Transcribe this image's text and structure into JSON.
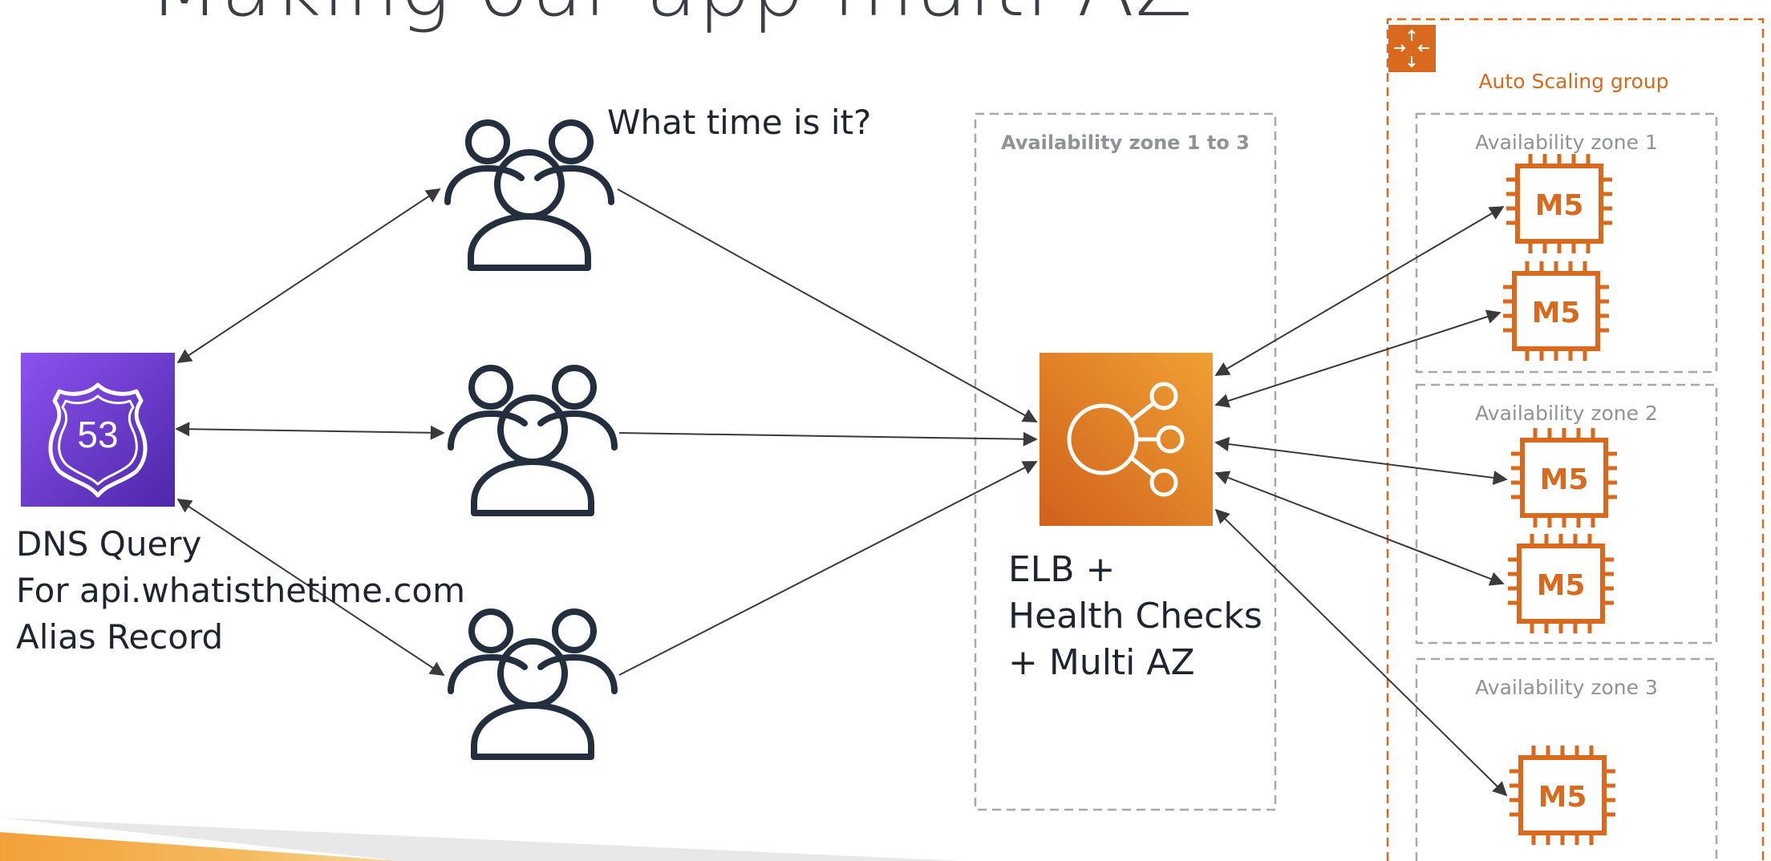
{
  "title": "Making our app multi AZ",
  "question": "What time is it?",
  "dns_lines": [
    "DNS Query",
    "For api.whatisthetime.com",
    "Alias Record"
  ],
  "route53_label": "53",
  "elb_lines": [
    "ELB +",
    "Health Checks",
    "+ Multi AZ"
  ],
  "az_outer_label": "Availability zone 1 to 3",
  "asg_label": "Auto Scaling group",
  "az_labels": [
    "Availability zone 1",
    "Availability zone 2",
    "Availability zone 3"
  ],
  "instance_label": "M5",
  "colors": {
    "route53": "#6a3fd1",
    "elb": "#e07b26",
    "orange": "#d9691c",
    "user": "#232f3e"
  }
}
